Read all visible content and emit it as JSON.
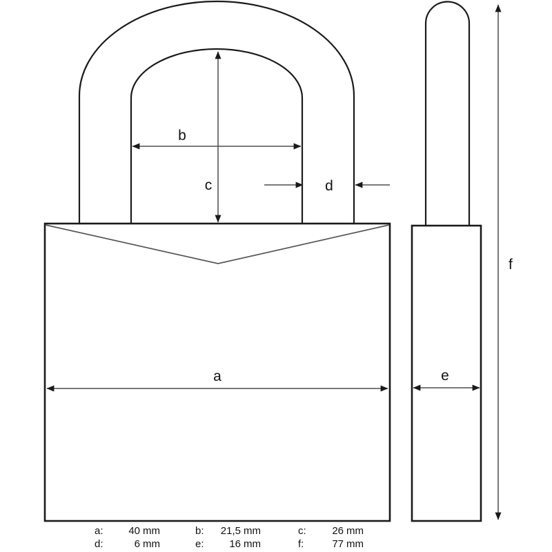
{
  "drawing": {
    "title": "Padlock dimensional drawing",
    "views": {
      "front": {
        "name": "front-view",
        "parts": {
          "shackle": "shackle-outline",
          "body": "lock-body",
          "chamfer": "body-top-chamfer"
        }
      },
      "side": {
        "name": "side-view",
        "parts": {
          "shackle": "shackle-side-outline",
          "body": "lock-body-side"
        }
      }
    },
    "dimension_marks": [
      {
        "id": "a",
        "label": "a",
        "view": "front",
        "orientation": "horizontal",
        "measures": "body-width"
      },
      {
        "id": "b",
        "label": "b",
        "view": "front",
        "orientation": "horizontal",
        "measures": "shackle-inner-clearance-width"
      },
      {
        "id": "c",
        "label": "c",
        "view": "front",
        "orientation": "vertical",
        "measures": "shackle-inner-clearance-height"
      },
      {
        "id": "d",
        "label": "d",
        "view": "front",
        "orientation": "horizontal",
        "measures": "shackle-diameter"
      },
      {
        "id": "e",
        "label": "e",
        "view": "side",
        "orientation": "horizontal",
        "measures": "body-depth"
      },
      {
        "id": "f",
        "label": "f",
        "view": "side",
        "orientation": "vertical",
        "measures": "overall-height"
      }
    ],
    "stroke_color": "#1a1a1a",
    "dim_line_color": "#4d4d4d",
    "background_color": "#ffffff"
  },
  "legend": {
    "rows": [
      [
        {
          "key": "a:",
          "value": "40",
          "unit": "mm"
        },
        {
          "key": "b:",
          "value": "21,5",
          "unit": "mm"
        },
        {
          "key": "c:",
          "value": "26",
          "unit": "mm"
        }
      ],
      [
        {
          "key": "d:",
          "value": "6",
          "unit": "mm"
        },
        {
          "key": "e:",
          "value": "16",
          "unit": "mm"
        },
        {
          "key": "f:",
          "value": "77",
          "unit": "mm"
        }
      ]
    ]
  }
}
